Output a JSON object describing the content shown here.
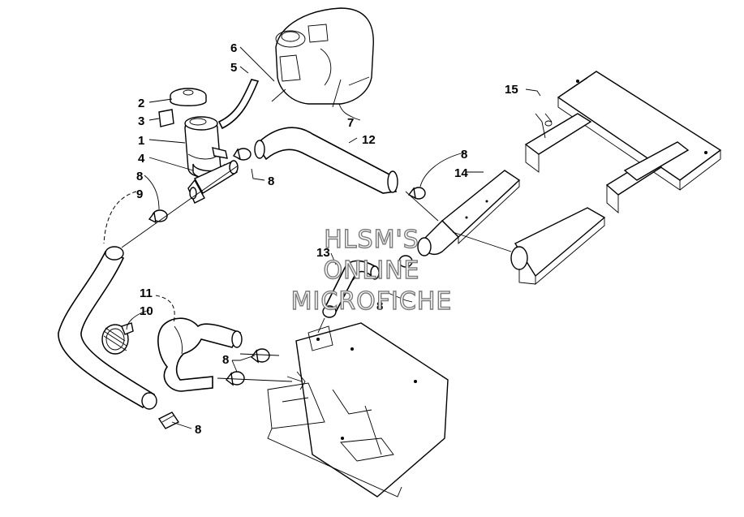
{
  "watermark": {
    "line1": "HLSM'S",
    "line2": "ONLINE",
    "line3": "MICROFICHE"
  },
  "callouts": [
    {
      "id": "c-6",
      "label": "6"
    },
    {
      "id": "c-5",
      "label": "5"
    },
    {
      "id": "c-2",
      "label": "2"
    },
    {
      "id": "c-3",
      "label": "3"
    },
    {
      "id": "c-1",
      "label": "1"
    },
    {
      "id": "c-4",
      "label": "4"
    },
    {
      "id": "c-8a",
      "label": "8"
    },
    {
      "id": "c-9",
      "label": "9"
    },
    {
      "id": "c-8b",
      "label": "8"
    },
    {
      "id": "c-7",
      "label": "7"
    },
    {
      "id": "c-12",
      "label": "12"
    },
    {
      "id": "c-8c",
      "label": "8"
    },
    {
      "id": "c-14",
      "label": "14"
    },
    {
      "id": "c-15",
      "label": "15"
    },
    {
      "id": "c-13",
      "label": "13"
    },
    {
      "id": "c-8d",
      "label": "8"
    },
    {
      "id": "c-11",
      "label": "11"
    },
    {
      "id": "c-10",
      "label": "10"
    },
    {
      "id": "c-8e",
      "label": "8"
    },
    {
      "id": "c-8f",
      "label": "8"
    }
  ]
}
